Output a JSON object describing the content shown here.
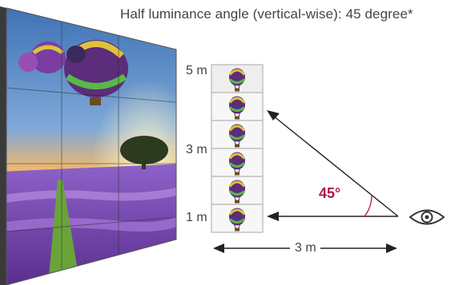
{
  "title": "Half luminance angle (vertical-wise): 45 degree*",
  "height_labels": {
    "top": "5 m",
    "middle": "3 m",
    "bottom": "1 m"
  },
  "distance_label": "3 m",
  "angle_label": "45°",
  "viewer_icon": "eye-icon",
  "balloon_icon": "hot-air-balloon-icon",
  "tile_count": 6,
  "colors": {
    "text": "#444444",
    "angle": "#b0174e",
    "arrow": "#222222",
    "tile_border": "#b5b5b5"
  }
}
